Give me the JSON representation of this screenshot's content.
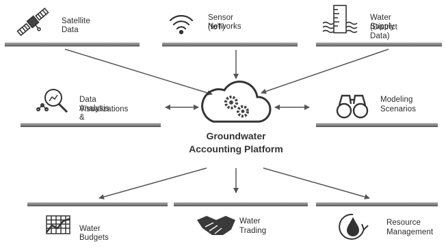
{
  "title": "Groundwater Accounting Platform",
  "center": {
    "line1": "Groundwater",
    "line2": "Accounting Platform",
    "icon": "cloud-gears-icon"
  },
  "inputs": [
    {
      "label": "Satellite Data",
      "icon": "satellite-icon"
    },
    {
      "label_line1": "Sensor Networks",
      "label_line2": "(IoT)",
      "icon": "wifi-icon"
    },
    {
      "label_line1": "Water Supply",
      "label_line2": "(District Data)",
      "icon": "water-tank-icon"
    }
  ],
  "sides": [
    {
      "label_line1": "Data Analysis &",
      "label_line2": "Visualizations",
      "icon": "magnifier-chart-icon"
    },
    {
      "label_line1": "Modeling",
      "label_line2": "Scenarios",
      "icon": "binoculars-icon"
    }
  ],
  "outputs": [
    {
      "label": "Water Budgets",
      "icon": "grid-chart-icon"
    },
    {
      "label_line1": "Water",
      "label_line2": "Trading",
      "icon": "handshake-icon"
    },
    {
      "label_line1": "Resource",
      "label_line2": "Management",
      "icon": "water-drop-cycle-icon"
    }
  ],
  "colors": {
    "bar": "#7a7a7a",
    "arrow": "#555555",
    "text": "#2a2a2a"
  }
}
